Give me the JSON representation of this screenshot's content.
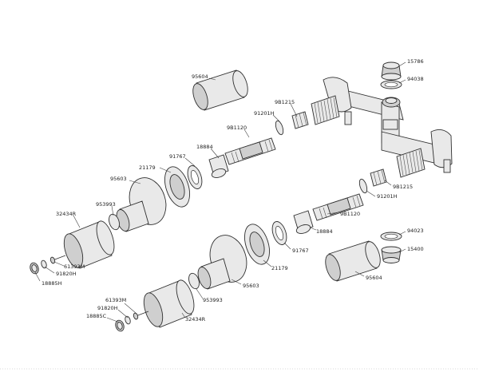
{
  "diagram": {
    "labels": [
      "15786",
      "94038",
      "95604",
      "9B1215",
      "91201H",
      "9B1120",
      "18884",
      "91767",
      "21179",
      "95603",
      "953993",
      "32434R",
      "61393M",
      "91820H",
      "18885H",
      "9B1215",
      "91201H",
      "9B1120",
      "18884",
      "94023",
      "15400",
      "91767",
      "21179",
      "95604",
      "95603",
      "953993",
      "61393M",
      "91820H",
      "18885C",
      "32434R"
    ]
  }
}
